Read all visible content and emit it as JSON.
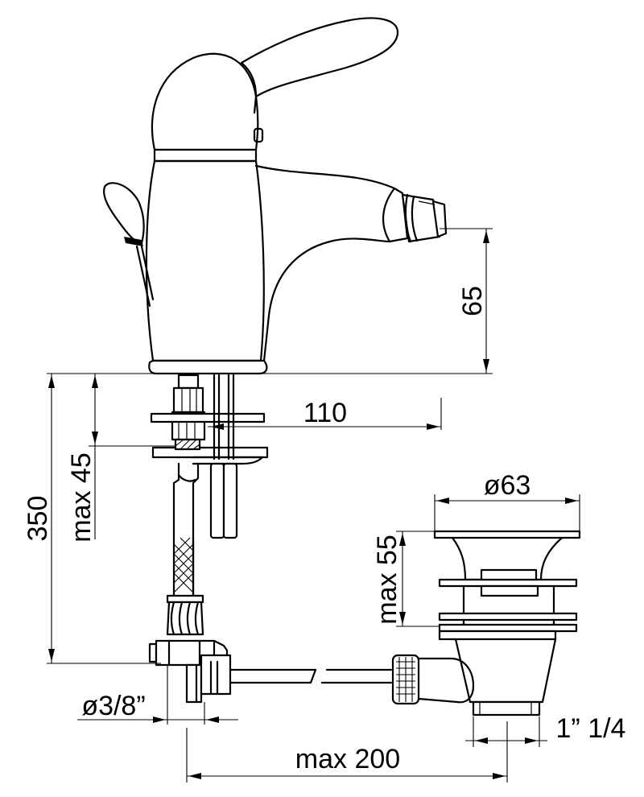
{
  "dimensions": {
    "spout_height": "65",
    "spout_reach": "110",
    "deck_thickness": "max 45",
    "total_height": "350",
    "pipe_diameter": "ø3/8”",
    "waste_diameter": "ø63",
    "waste_height": "max 55",
    "waste_thread": "1” 1/4",
    "rod_length": "max 200"
  }
}
